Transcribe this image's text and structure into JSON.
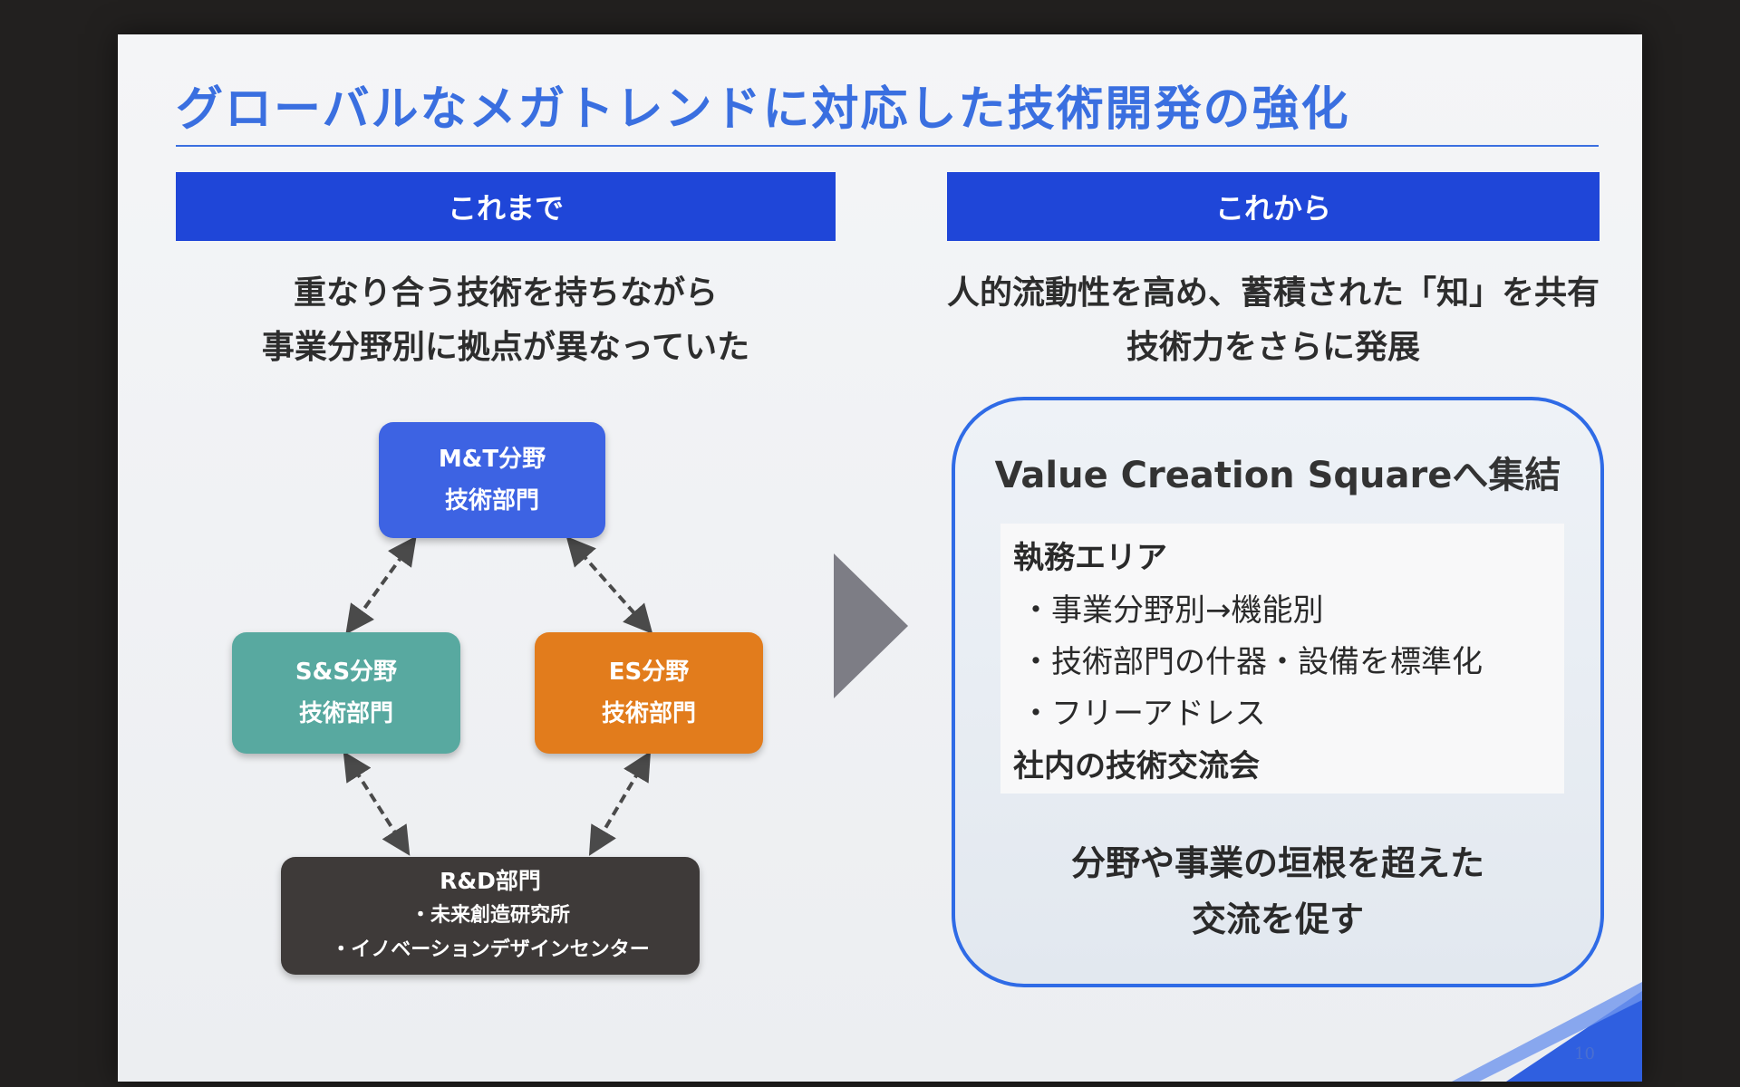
{
  "title": "グローバルなメガトレンドに対応した技術開発の強化",
  "left": {
    "band": "これまで",
    "lead_line1": "重なり合う技術を持ちながら",
    "lead_line2": "事業分野別に拠点が異なっていた",
    "nodes": {
      "mt": {
        "line1": "M&T分野",
        "line2": "技術部門",
        "color": "#3d63e3"
      },
      "ss": {
        "line1": "S&S分野",
        "line2": "技術部門",
        "color": "#58a9a0"
      },
      "es": {
        "line1": "ES分野",
        "line2": "技術部門",
        "color": "#e27c1c"
      },
      "rd": {
        "line1": "R&D部門",
        "sub1": "・未来創造研究所",
        "sub2": "・イノベーションデザインセンター",
        "color": "#3e3a39"
      }
    }
  },
  "right": {
    "band": "これから",
    "lead_line1": "人的流動性を高め、蓄積された「知」を共有",
    "lead_line2": "技術力をさらに発展",
    "vcs": {
      "title": "Value Creation Squareへ集結",
      "head1": "執務エリア",
      "items": [
        "・事業分野別→機能別",
        "・技術部門の什器・設備を標準化",
        "・フリーアドレス"
      ],
      "head2": "社内の技術交流会",
      "bottom_line1": "分野や事業の垣根を超えた",
      "bottom_line2": "交流を促す"
    }
  },
  "page_number": "10",
  "colors": {
    "accent": "#1f46d8",
    "title": "#3a6fe0",
    "frame": "#2f6be6",
    "arrow": "#7d7d85"
  }
}
